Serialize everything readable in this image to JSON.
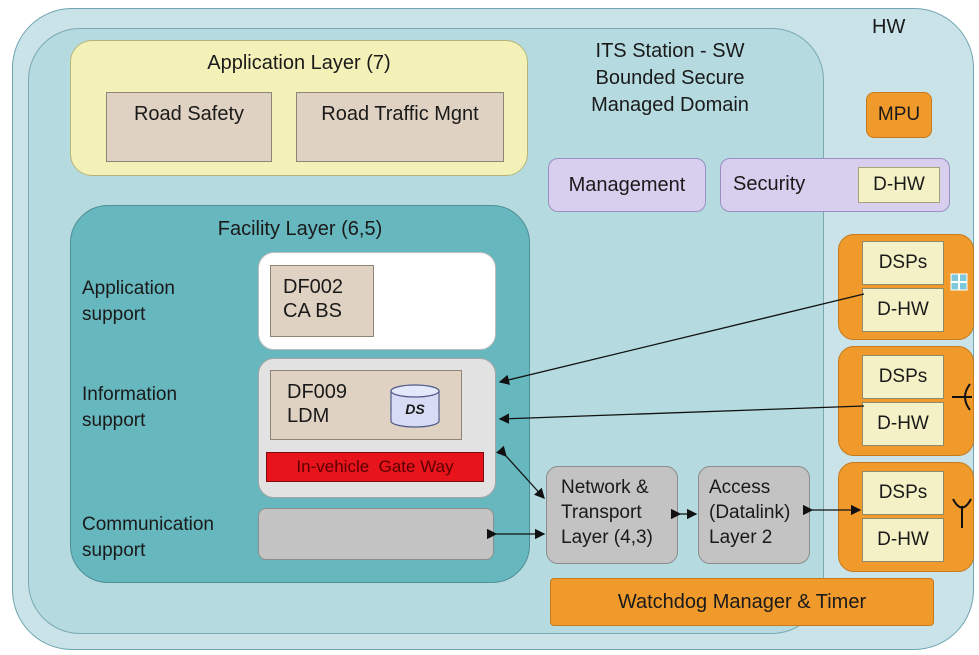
{
  "station": {
    "hw_label": "HW",
    "title_line1": "ITS Station - SW",
    "title_line2": "Bounded Secure",
    "title_line3": "Managed Domain"
  },
  "application_layer": {
    "title": "Application Layer (7)",
    "boxes": [
      "Road Safety",
      "Road Traffic Mgnt"
    ]
  },
  "mpu": "MPU",
  "management": "Management",
  "security": {
    "label": "Security",
    "dhw": "D-HW"
  },
  "facility_layer": {
    "title": "Facility Layer (6,5)",
    "app_support_line1": "Application",
    "app_support_line2": "support",
    "info_support_line1": "Information",
    "info_support_line2": "support",
    "comm_support_line1": "Communication",
    "comm_support_line2": "support",
    "df002_line1": "DF002",
    "df002_line2": "CA BS",
    "df009_line1": "DF009",
    "df009_line2": "LDM",
    "ds": "DS",
    "gateway": "In-vehicle  Gate Way"
  },
  "network": {
    "line1": "Network &",
    "line2": "Transport",
    "line3": "Layer (4,3)"
  },
  "access": {
    "line1": "Access",
    "line2": "(Datalink)",
    "line3": "Layer 2"
  },
  "dsp_modules": [
    {
      "dsp": "DSPs",
      "dhw": "D-HW",
      "icon": "grid-icon"
    },
    {
      "dsp": "DSPs",
      "dhw": "D-HW",
      "icon": "antenna-side-icon"
    },
    {
      "dsp": "DSPs",
      "dhw": "D-HW",
      "icon": "antenna-icon"
    }
  ],
  "watchdog": "Watchdog Manager & Timer",
  "colors": {
    "orange": "#f09a2c",
    "gateway_red": "#e8141c",
    "facility_teal": "#66b7be",
    "app_yellow": "#f3f1b8",
    "management_lavender": "#d8cfee"
  }
}
